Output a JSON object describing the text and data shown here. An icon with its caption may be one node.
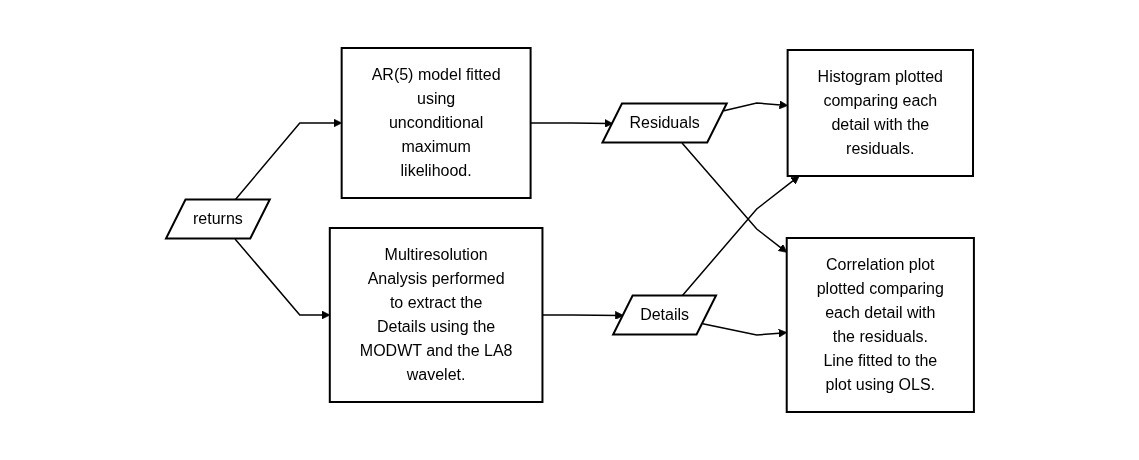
{
  "diagram": {
    "nodes": [
      {
        "text": [
          "returns"
        ]
      },
      {
        "text": [
          "AR(5) model fitted using unconditional maximum likelihood."
        ]
      },
      {
        "text": [
          "Multiresolution Analysis performed to extract the Details using the MODWT and the LA8 wavelet."
        ]
      },
      {
        "text": [
          "Residuals"
        ]
      },
      {
        "text": [
          "Details"
        ]
      },
      {
        "text": [
          "Histogram plotted comparing each detail with the residuals."
        ]
      },
      {
        "text": [
          "Correlation plot plotted comparing each detail with the residuals. Line fitted to the plot using OLS."
        ]
      }
    ],
    "edges": [
      {
        "from": 0,
        "to": 1,
        "arrow": "to"
      },
      {
        "from": 0,
        "to": 2,
        "arrow": "to"
      },
      {
        "from": 1,
        "to": 3,
        "arrow": "to"
      },
      {
        "from": 2,
        "to": 4,
        "arrow": "to"
      },
      {
        "from": 3,
        "to": 5,
        "arrow": "to"
      },
      {
        "from": 3,
        "to": 6,
        "arrow": "to"
      },
      {
        "from": 4,
        "to": 5,
        "arrow": "to"
      },
      {
        "from": 4,
        "to": 6,
        "arrow": "to"
      }
    ]
  }
}
